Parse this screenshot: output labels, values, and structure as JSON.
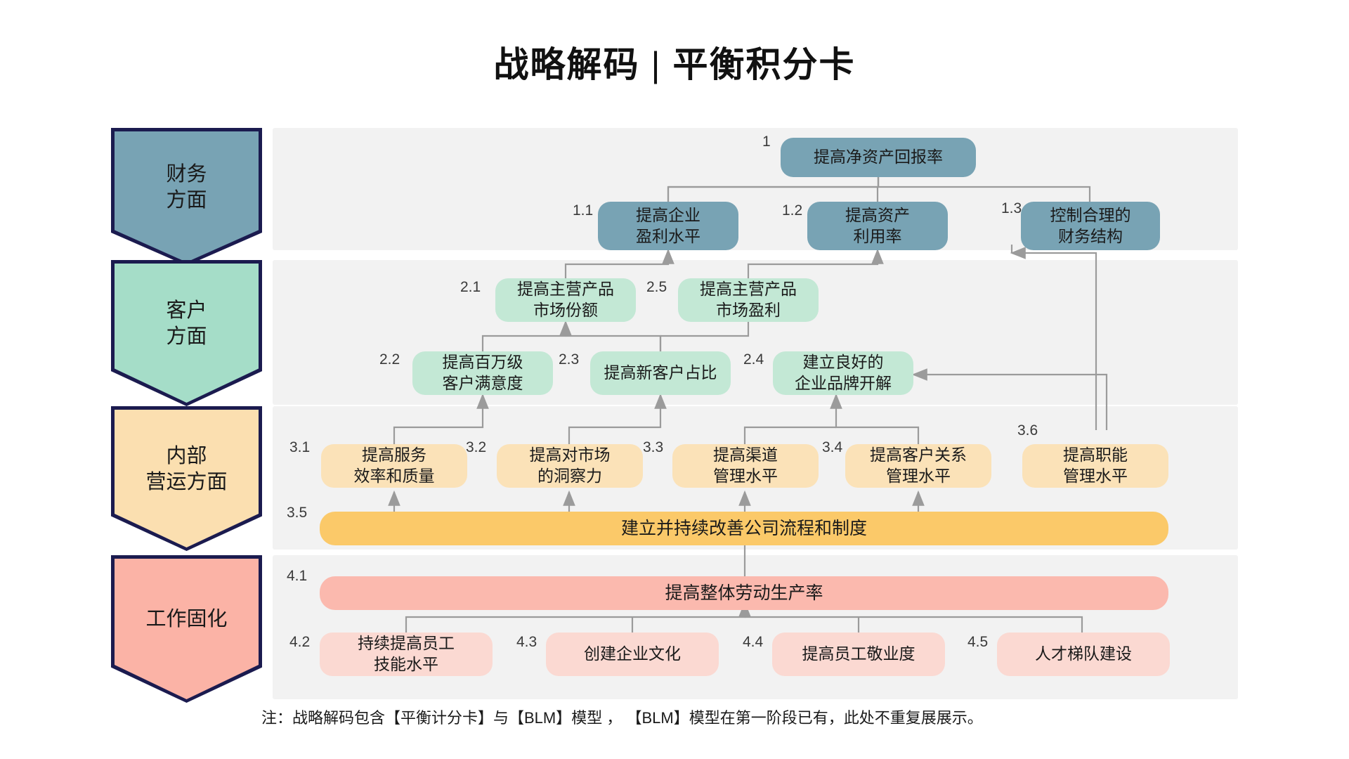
{
  "page": {
    "title_main": "战略解码",
    "title_sep": "|",
    "title_sub": "平衡积分卡",
    "note": "注：战略解码包含【平衡计分卡】与【BLM】模型 ， 【BLM】模型在第一阶段已有，此处不重复展展示。"
  },
  "colors": {
    "finance_fill": "#78a3b4",
    "customer_fill": "#c3e8d5",
    "internal_fill": "#fbe2b8",
    "internal_bar_fill": "#fbc969",
    "work_fill": "#fbd9d2",
    "work_bar_fill": "#fbb9ae",
    "chevron_border": "#1b1b4f",
    "chevron_finance": "#78a3b4",
    "chevron_customer": "#a5ddc8",
    "chevron_internal": "#fbdfb0",
    "chevron_work": "#fbb3a6",
    "band_bg": "#f2f2f2",
    "connector": "#9b9b9b"
  },
  "perspectives": [
    {
      "id": "finance",
      "line1": "财务",
      "line2": "方面"
    },
    {
      "id": "customer",
      "line1": "客户",
      "line2": "方面"
    },
    {
      "id": "internal",
      "line1": "内部",
      "line2": "营运方面"
    },
    {
      "id": "work",
      "line1": "工作固化",
      "line2": ""
    }
  ],
  "nodes": {
    "n1": {
      "index": "1",
      "label": "提高净资产回报率"
    },
    "n11": {
      "index": "1.1",
      "label": "提高企业\n盈利水平"
    },
    "n12": {
      "index": "1.2",
      "label": "提高资产\n利用率"
    },
    "n13": {
      "index": "1.3",
      "label": "控制合理的\n财务结构"
    },
    "n21": {
      "index": "2.1",
      "label": "提高主营产品\n市场份额"
    },
    "n25": {
      "index": "2.5",
      "label": "提高主营产品\n市场盈利"
    },
    "n22": {
      "index": "2.2",
      "label": "提高百万级\n客户满意度"
    },
    "n23": {
      "index": "2.3",
      "label": "提高新客户占比"
    },
    "n24": {
      "index": "2.4",
      "label": "建立良好的\n企业品牌开解"
    },
    "n31": {
      "index": "3.1",
      "label": "提高服务\n效率和质量"
    },
    "n32": {
      "index": "3.2",
      "label": "提高对市场\n的洞察力"
    },
    "n33": {
      "index": "3.3",
      "label": "提高渠道\n管理水平"
    },
    "n34": {
      "index": "3.4",
      "label": "提高客户关系\n管理水平"
    },
    "n36": {
      "index": "3.6",
      "label": "提高职能\n管理水平"
    },
    "n35": {
      "index": "3.5",
      "label": "建立并持续改善公司流程和制度"
    },
    "n41": {
      "index": "4.1",
      "label": "提高整体劳动生产率"
    },
    "n42": {
      "index": "4.2",
      "label": "持续提高员工\n技能水平"
    },
    "n43": {
      "index": "4.3",
      "label": "创建企业文化"
    },
    "n44": {
      "index": "4.4",
      "label": "提高员工敬业度"
    },
    "n45": {
      "index": "4.5",
      "label": "人才梯队建设"
    }
  }
}
